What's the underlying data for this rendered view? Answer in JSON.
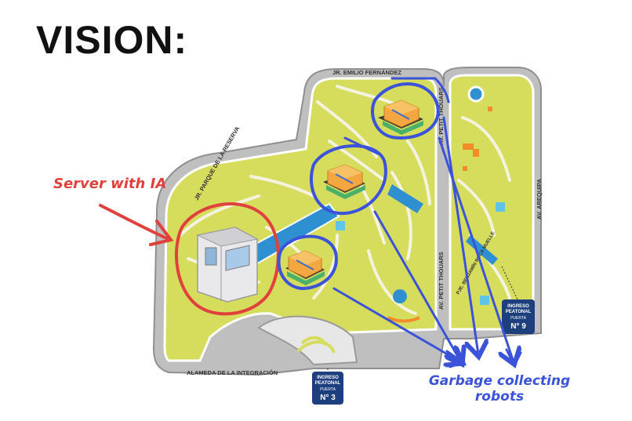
{
  "title": "VISION:",
  "annotations": {
    "server_label": "Server with IA",
    "robots_label_line1": "Garbage collecting",
    "robots_label_line2": "robots",
    "red_color": "#e0413d",
    "blue_color": "#3b53d8"
  },
  "streets": {
    "top": "JR. EMILIO FERNÁNDEZ",
    "northwest": "JR. PARQUE DE LA RESERVA",
    "east_upper": "AV. PETIT THOUARS",
    "east_lower": "AV. PETIT THOUARS",
    "far_east": "AV. AREQUIPA",
    "diagonal": "PJE. BENJAMÍN ROCA MUELLE",
    "bottom": "ALAMEDA DE LA INTEGRACIÓN"
  },
  "entrances": [
    {
      "line1": "INGRESO",
      "line2": "PEATONAL",
      "line3": "PUERTA",
      "number": "N° 3"
    },
    {
      "line1": "INGRESO",
      "line2": "PEATONAL",
      "line3": "PUERTA",
      "number": "N° 9"
    }
  ],
  "colors": {
    "park": "#d6dc5c",
    "road": "#a3a3a3",
    "path": "#f4f3df",
    "water": "#2e8fd1",
    "sign_bg": "#1d3f7d"
  }
}
